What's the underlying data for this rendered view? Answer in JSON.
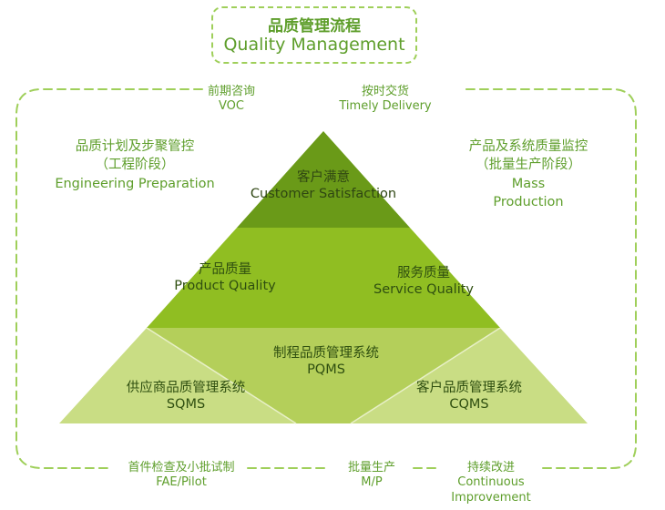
{
  "title": {
    "cn": "品质管理流程",
    "en": "Quality Management"
  },
  "top_items": [
    {
      "cn": "前期咨询",
      "en": "VOC"
    },
    {
      "cn": "按时交货",
      "en": "Timely Delivery"
    }
  ],
  "left_phase": {
    "cn": "品质计划及步聚管控",
    "sub": "（工程阶段）",
    "en": "Engineering Preparation"
  },
  "right_phase": {
    "cn": "产品及系统质量监控",
    "sub": "（批量生产阶段）",
    "en1": "Mass",
    "en2": "Production"
  },
  "pyramid": {
    "apex": {
      "cn": "客户满意",
      "en": "Customer Satisfaction"
    },
    "middle_left": {
      "cn": "产品质量",
      "en": "Product Quality"
    },
    "middle_right": {
      "cn": "服务质量",
      "en": "Service Quality"
    },
    "base_left": {
      "cn": "供应商品质管理系统",
      "en": "SQMS"
    },
    "base_center": {
      "cn": "制程品质管理系统",
      "en": "PQMS"
    },
    "base_right": {
      "cn": "客户品质管理系统",
      "en": "CQMS"
    }
  },
  "bottom_items": [
    {
      "cn": "首件检查及小批试制",
      "en": "FAE/Pilot"
    },
    {
      "cn": "批量生产",
      "en": "M/P"
    },
    {
      "cn": "持续改进",
      "en1": "Continuous",
      "en2": "Improvement"
    }
  ],
  "colors": {
    "apex": "#6a9a18",
    "middle": "#90be22",
    "base": "#c9dd84",
    "base_center": "#b4cf5a",
    "text_green": "#5e9e2b",
    "dashed_border": "#9fcf5a"
  }
}
